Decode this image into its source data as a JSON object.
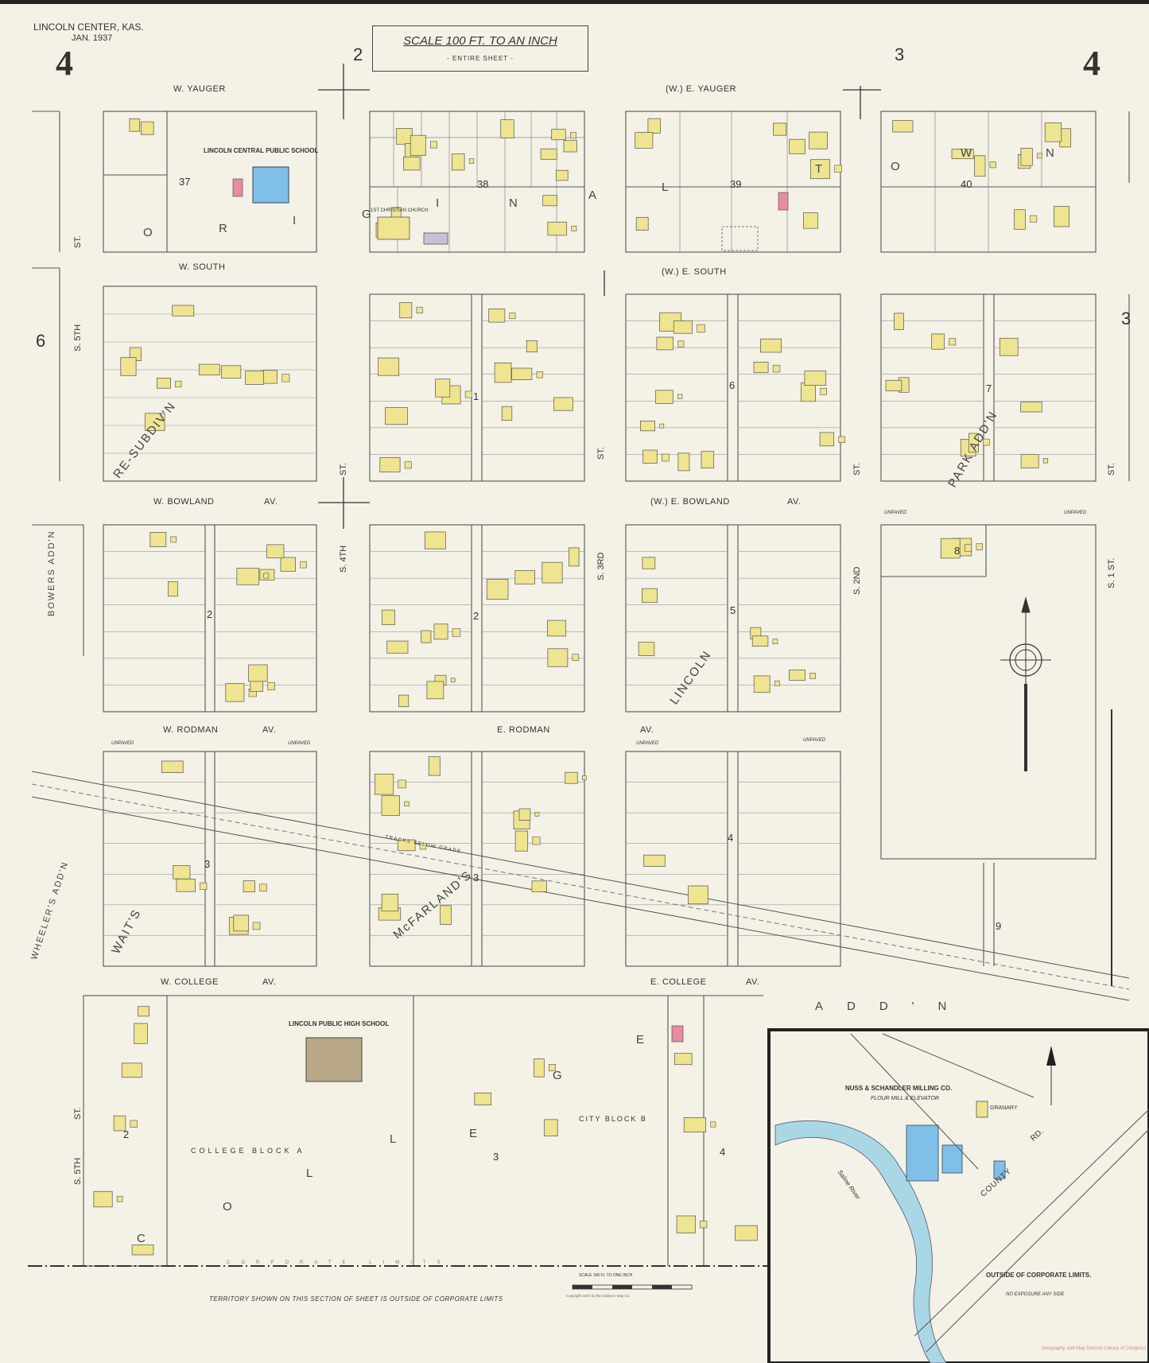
{
  "header": {
    "place": "LINCOLN CENTER, KAS.",
    "date": "JAN. 1937",
    "sheet_number": "4",
    "adjacent_sheet_2": "2",
    "adjacent_sheet_3_top": "3",
    "adjacent_sheet_3_right": "3",
    "adjacent_sheet_6": "6"
  },
  "scale": {
    "title": "SCALE 100 FT. TO AN INCH",
    "subtitle": "- ENTIRE SHEET -",
    "bar_label": "SCALE 100 Ft. TO ONE INCH",
    "copyright": "Copyright 1937 by the Sanborn Map Co."
  },
  "streets": {
    "w_yauger": "W. YAUGER",
    "e_yauger": "(W.) E. YAUGER",
    "w_south": "W. SOUTH",
    "e_south": "(W.) E. SOUTH",
    "w_bowland": "W. BOWLAND",
    "e_bowland": "(W.) E. BOWLAND",
    "av": "AV.",
    "w_rodman": "W. RODMAN",
    "e_rodman": "E. RODMAN",
    "w_college": "W. COLLEGE",
    "e_college": "E. COLLEGE",
    "s5th": "S. 5TH",
    "st": "ST.",
    "s4th": "S. 4TH",
    "s3rd": "S. 3RD",
    "s2nd": "S. 2ND",
    "s1st": "S. 1 ST.",
    "county_rd": "COUNTY",
    "rd": "RD."
  },
  "blocks": {
    "b37": "37",
    "b38": "38",
    "b39": "39",
    "b40": "40",
    "b1": "1",
    "b2": "2",
    "b3": "3",
    "b4": "4",
    "b5": "5",
    "b6": "6",
    "b7": "7",
    "b8": "8",
    "b9": "9",
    "college_block_a": "COLLEGE BLOCK A",
    "city_block_b": "CITY BLOCK B"
  },
  "additions": {
    "original_letters": [
      "O",
      "R",
      "I",
      "G",
      "I",
      "N",
      "A",
      "L",
      "T",
      "O",
      "W",
      "N"
    ],
    "college": [
      "C",
      "O",
      "L",
      "L",
      "E",
      "G",
      "E"
    ],
    "resubdiv": "RE-SUBDIV'N",
    "park_addn": "PARK ADD'N",
    "lincoln": "LINCOLN",
    "bowers_addn": "BOWERS ADD'N",
    "wheelers_addn": "WHEELER'S ADD'N",
    "waits": "WAIT'S",
    "mcfarlands": "McFARLAND'S",
    "addn": "ADD'N"
  },
  "buildings": {
    "central_school": "LINCOLN CENTRAL PUBLIC SCHOOL",
    "high_school": "LINCOLN PUBLIC HIGH SCHOOL",
    "church": "1ST CHRISTIAN CHURCH",
    "mill": "NUSS & SCHANDLER MILLING CO.",
    "mill_sub": "FLOUR MILL & ELEVATOR",
    "granary": "GRANARY",
    "saline_river": "Saline River",
    "tracks": "TRACKS BELOW GRADE"
  },
  "notes": {
    "outside_limits": "OUTSIDE OF CORPORATE LIMITS.",
    "no_exposure": "NO EXPOSURE ANY SIDE",
    "territory": "TERRITORY SHOWN ON THIS SECTION OF SHEET IS OUTSIDE OF CORPORATE LIMITS",
    "corporate_limits": "CORPORATE LIMITS",
    "unpaved": "UNPAVED",
    "library": "Geography and Map Division Library of Congress"
  },
  "colors": {
    "dwelling": "#efe48f",
    "brick": "#e88ca0",
    "school": "#7fbfe8",
    "stone": "#b9a888",
    "river": "#a9d7e6",
    "paper": "#f4f1e6",
    "line": "#444444"
  }
}
